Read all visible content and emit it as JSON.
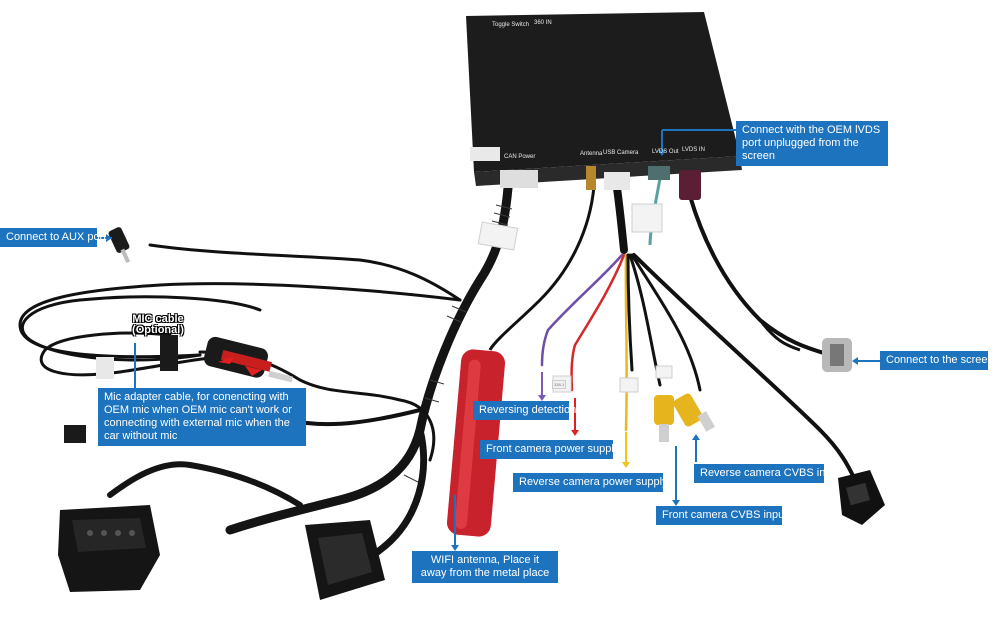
{
  "box": {
    "top_labels": [
      "Toggle Switch",
      "360 IN"
    ],
    "port_labels": [
      "CAN Power",
      "Antenna",
      "USB Camera",
      "LVDS Out",
      "LVDS IN"
    ]
  },
  "mic": {
    "title_line1": "MIC cable",
    "title_line2": "(Optional)"
  },
  "stickers": [
    "338-1"
  ],
  "labels": {
    "aux": "Connect to AUX port",
    "oem_lvds": "Connect with the OEM lVDS port unplugged  from the screen",
    "screen": "Connect to the screen",
    "mic_adapter": "Mic adapter cable, for conencting  with OEM mic when OEM mic can't work or connecting with external mic when the car without mic",
    "reversing": "Reversing detection",
    "front_power": "Front camera power supply",
    "reverse_power": "Reverse camera power supply",
    "reverse_cvbs": "Reverse camera CVBS input",
    "front_cvbs": "Front camera CVBS input",
    "wifi": "WIFI antenna, Place it away from the metal place"
  },
  "colors": {
    "label_bg": "#1e73be",
    "box": "#1c1c1c",
    "antenna": "#c8232c",
    "arrow_red": "#e02020",
    "arrow_yellow": "#f0c419",
    "arrow_purple": "#7d5ab5",
    "arrow_blue": "#1e73be"
  }
}
